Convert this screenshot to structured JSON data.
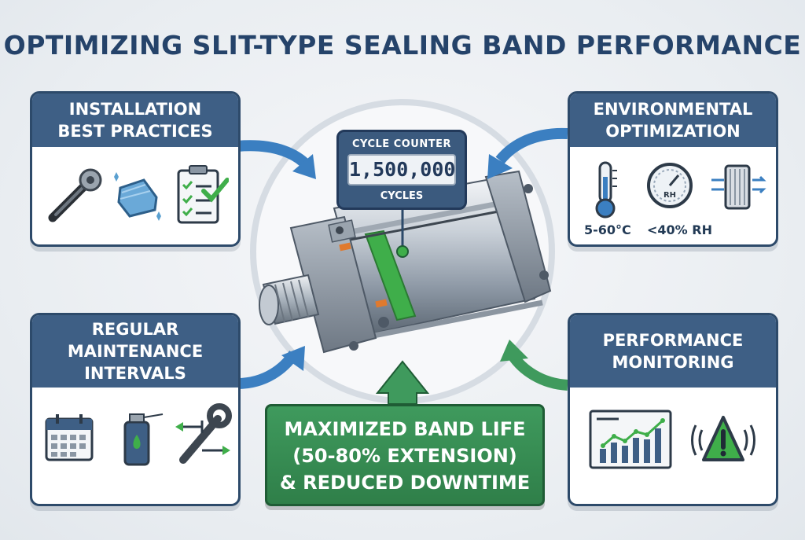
{
  "title": "OPTIMIZING SLIT-TYPE SEALING BAND PERFORMANCE",
  "cards": {
    "installation": {
      "line1": "INSTALLATION",
      "line2": "BEST PRACTICES"
    },
    "environmental": {
      "line1": "ENVIRONMENTAL",
      "line2": "OPTIMIZATION",
      "temp_label": "5-60°C",
      "humidity_label": "<40% RH",
      "gauge_text": "RH"
    },
    "maintenance": {
      "line1": "REGULAR",
      "line2": "MAINTENANCE",
      "line3": "INTERVALS"
    },
    "monitoring": {
      "line1": "PERFORMANCE",
      "line2": "MONITORING"
    }
  },
  "counter": {
    "title": "CYCLE COUNTER",
    "value": "1,500,000",
    "unit": "CYCLES"
  },
  "result": {
    "line1": "MAXIMIZED BAND LIFE",
    "line2": "(50-80% EXTENSION)",
    "line3": "& REDUCED DOWNTIME"
  },
  "icons": {
    "installation": [
      "wrench-icon",
      "cloth-icon",
      "checklist-icon"
    ],
    "environmental": [
      "thermometer-icon",
      "gauge-icon",
      "filter-icon"
    ],
    "maintenance": [
      "calendar-icon",
      "spray-can-icon",
      "wrench-alignment-icon"
    ],
    "monitoring": [
      "trend-chart-icon",
      "warning-icon"
    ]
  },
  "colors": {
    "title": "#25436a",
    "header": "#3e5f85",
    "arrow_blue": "#3b7fc1",
    "arrow_green": "#3f9a5d",
    "band_green": "#3fae4a"
  }
}
